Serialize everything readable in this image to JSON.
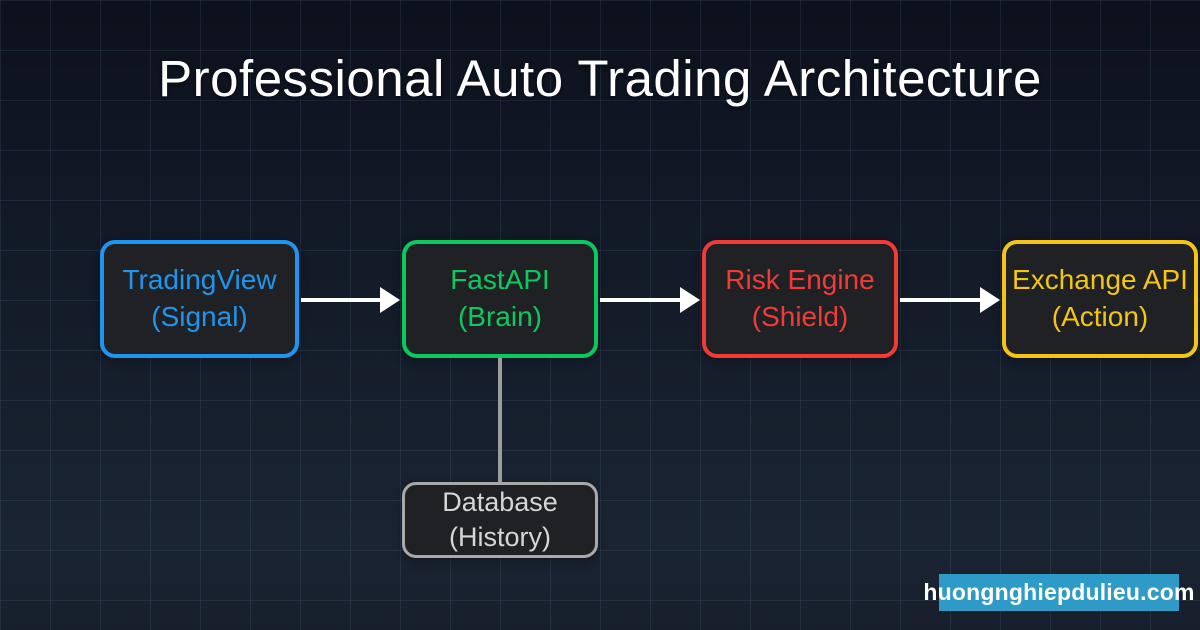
{
  "title": "Professional Auto Trading Architecture",
  "nodes": [
    {
      "id": "tradingview",
      "title": "TradingView",
      "subtitle": "(Signal)",
      "border_color": "#1E96F0",
      "text_color": "#1E96F0",
      "fill": "#202124"
    },
    {
      "id": "fastapi",
      "title": "FastAPI",
      "subtitle": "(Brain)",
      "border_color": "#0CC95F",
      "text_color": "#0CC95F",
      "fill": "#202124"
    },
    {
      "id": "risk-engine",
      "title": "Risk Engine",
      "subtitle": "(Shield)",
      "border_color": "#F23B35",
      "text_color": "#F23B35",
      "fill": "#202124"
    },
    {
      "id": "exchange-api",
      "title": "Exchange API",
      "subtitle": "(Action)",
      "border_color": "#F4C416",
      "text_color": "#F4C416",
      "fill": "#202124"
    },
    {
      "id": "database",
      "title": "Database",
      "subtitle": "(History)",
      "border_color": "#A9A9A9",
      "text_color": "#D6D6D6",
      "fill": "#1E1F22"
    }
  ],
  "connections": [
    {
      "from": "tradingview",
      "to": "fastapi",
      "style": "white-arrow"
    },
    {
      "from": "fastapi",
      "to": "risk-engine",
      "style": "white-arrow"
    },
    {
      "from": "risk-engine",
      "to": "exchange-api",
      "style": "white-arrow"
    },
    {
      "from": "fastapi",
      "to": "database",
      "style": "gray-line"
    }
  ],
  "watermark": {
    "label": "huongnghiepdulieu.com",
    "background": "#2E9AC7",
    "text_color": "#FFFFFF"
  },
  "theme": {
    "background_top": "#0C111B",
    "background_bottom": "#1B2433",
    "grid_line": "rgba(120,160,200,0.12)",
    "title_color": "#FFFFFF",
    "arrow_color": "#FFFFFF"
  }
}
